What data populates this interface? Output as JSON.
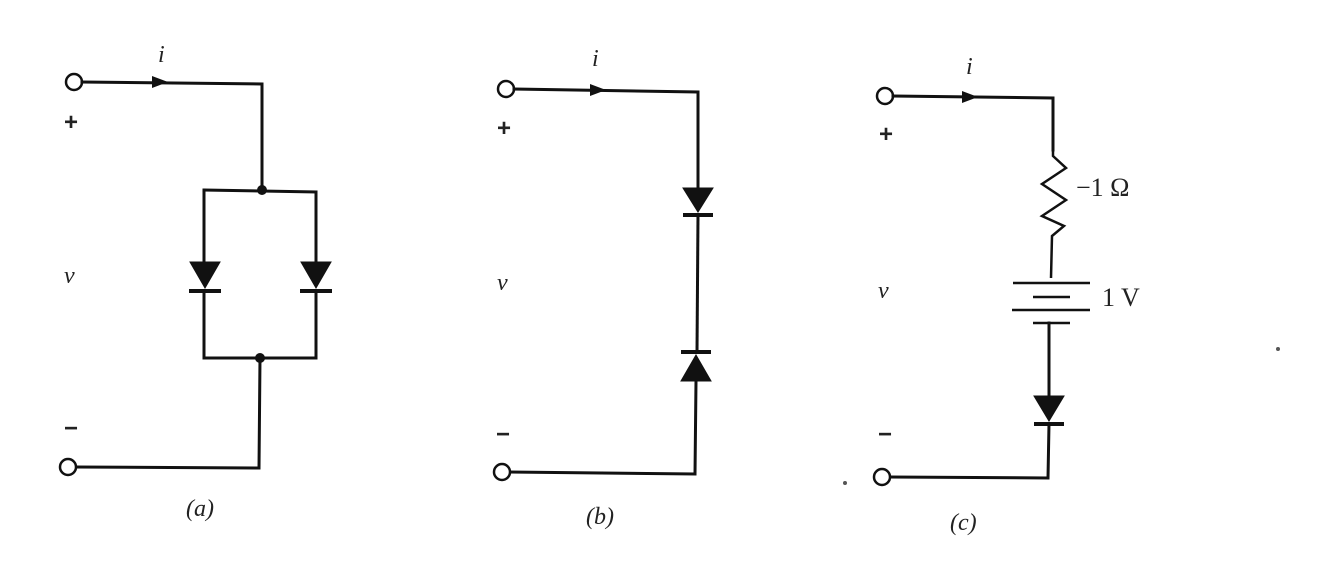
{
  "figure": {
    "background": "#ffffff",
    "ink": "#111111",
    "panels": [
      {
        "id": "a",
        "caption": "(a)",
        "current_label": "i",
        "voltage_label": "v",
        "plus": "+",
        "minus": "−",
        "description": "Two diodes in parallel, both pointing downward (anode at top)",
        "components": [
          {
            "type": "diode",
            "orientation": "down"
          },
          {
            "type": "diode",
            "orientation": "down"
          }
        ]
      },
      {
        "id": "b",
        "caption": "(b)",
        "current_label": "i",
        "voltage_label": "v",
        "plus": "+",
        "minus": "−",
        "description": "Two diodes in series, back-to-back (top points down, bottom points up)",
        "components": [
          {
            "type": "diode",
            "orientation": "down"
          },
          {
            "type": "diode",
            "orientation": "up"
          }
        ]
      },
      {
        "id": "c",
        "caption": "(c)",
        "current_label": "i",
        "voltage_label": "v",
        "plus": "+",
        "minus": "−",
        "description": "Series of negative resistor, battery and diode",
        "components": [
          {
            "type": "resistor",
            "label": "−1 Ω"
          },
          {
            "type": "battery",
            "label": "1 V"
          },
          {
            "type": "diode",
            "orientation": "down"
          }
        ]
      }
    ]
  }
}
